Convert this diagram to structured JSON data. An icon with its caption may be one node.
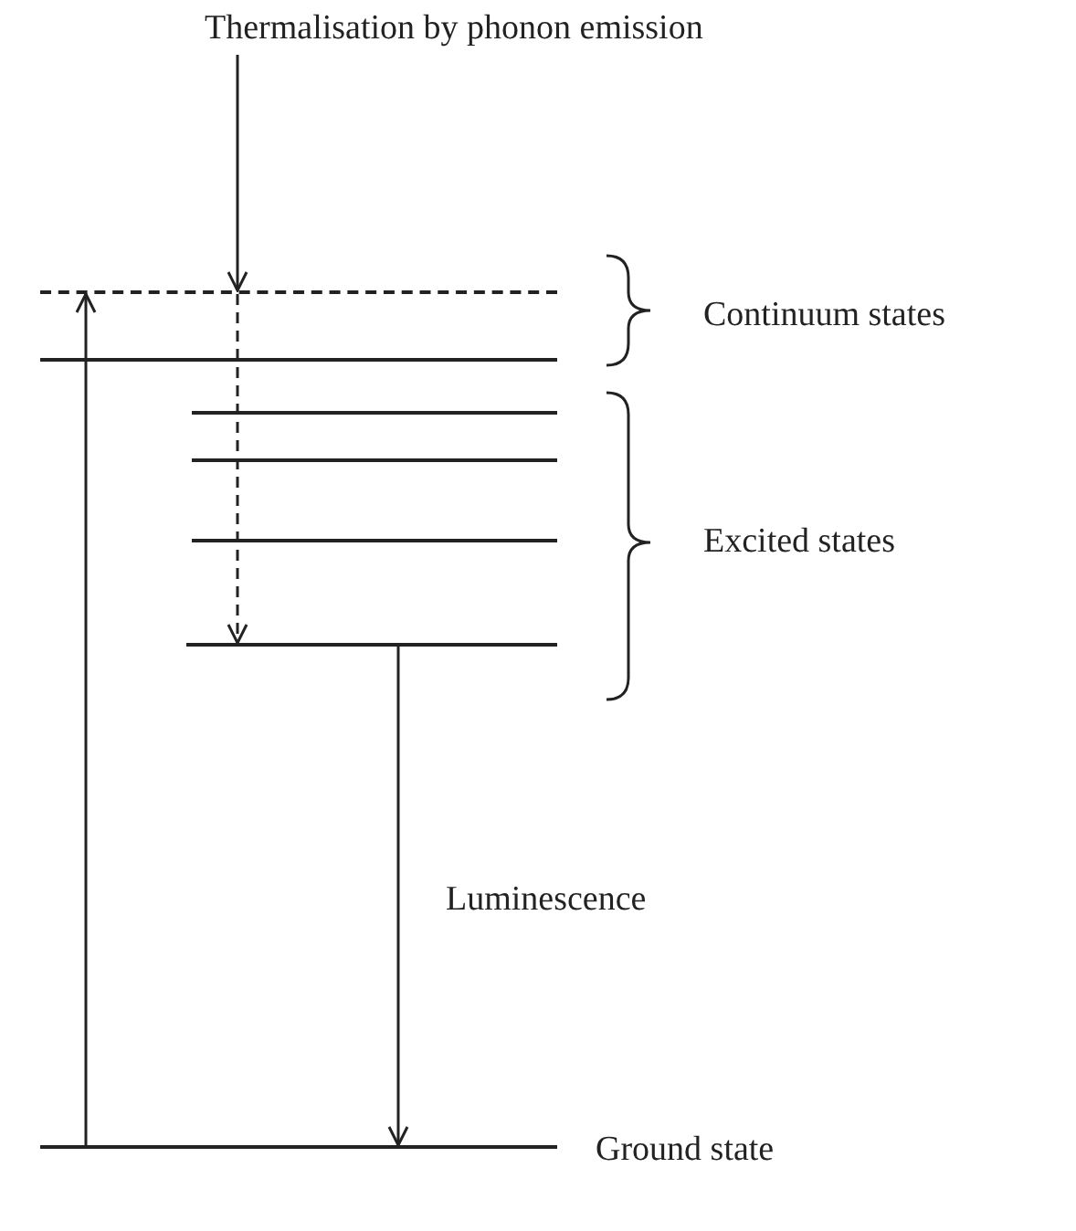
{
  "diagram": {
    "nodes": [
      {
        "text": [
          "Thermalisation by phonon emission"
        ]
      },
      {
        "text": [],
        "shape": "bar"
      },
      {
        "text": [],
        "shape": "bar"
      },
      {
        "text": [],
        "shape": "bar"
      },
      {
        "text": [],
        "shape": "bar"
      },
      {
        "text": [],
        "shape": "bar"
      },
      {
        "text": [],
        "shape": "bar"
      },
      {
        "text": [],
        "shape": "bar",
        "beside": [
          "Ground state"
        ]
      }
    ],
    "edges": [
      {
        "from": 7,
        "to": 1,
        "arrow": "to"
      },
      {
        "from": 0,
        "to": 1,
        "arrow": "to"
      },
      {
        "from": 1,
        "to": 6,
        "arrow": "to",
        "style": "dashed"
      },
      {
        "from": 6,
        "to": 7,
        "arrow": "to",
        "label": "Luminescence"
      }
    ],
    "labels": [
      "Continuum states",
      "Excited states"
    ]
  }
}
